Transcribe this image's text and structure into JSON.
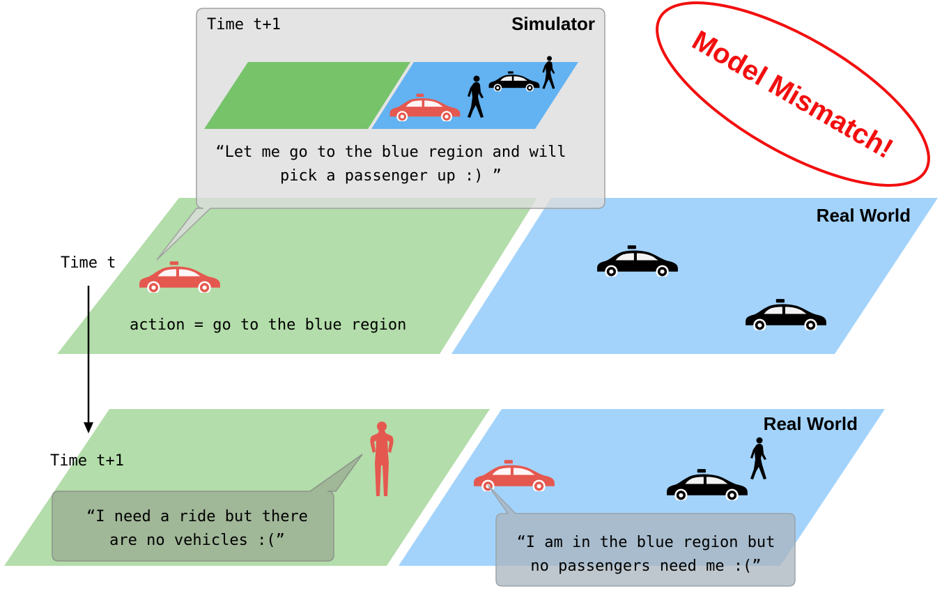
{
  "colors": {
    "green_light": "#b3ddaa",
    "blue_light": "#a3d3fb",
    "green_sim": "#76c36a",
    "blue_sim": "#63b2f1",
    "agent_red": "#e5584f",
    "bubble_gray": "#e2e2e2",
    "badge_red": "#f20f0f",
    "ink": "#000000"
  },
  "simulator": {
    "time_label": "Time t+1",
    "title": "Simulator",
    "quote_line1": "“Let me go to the blue region and will",
    "quote_line2": "pick a passenger up :) ”"
  },
  "badge": {
    "text": "Model Mismatch!"
  },
  "panel_t": {
    "time_label": "Time t",
    "region_title": "Real World",
    "action_text": "action = go to the blue region"
  },
  "panel_t1": {
    "time_label": "Time t+1",
    "region_title": "Real World",
    "passenger_quote_line1": "“I need a ride but there",
    "passenger_quote_line2": "are no vehicles :(”",
    "driver_quote_line1": "“I am in the blue region but",
    "driver_quote_line2": "no passengers need me :(”"
  },
  "icons": [
    "taxi-icon",
    "pedestrian-icon",
    "person-icon"
  ]
}
